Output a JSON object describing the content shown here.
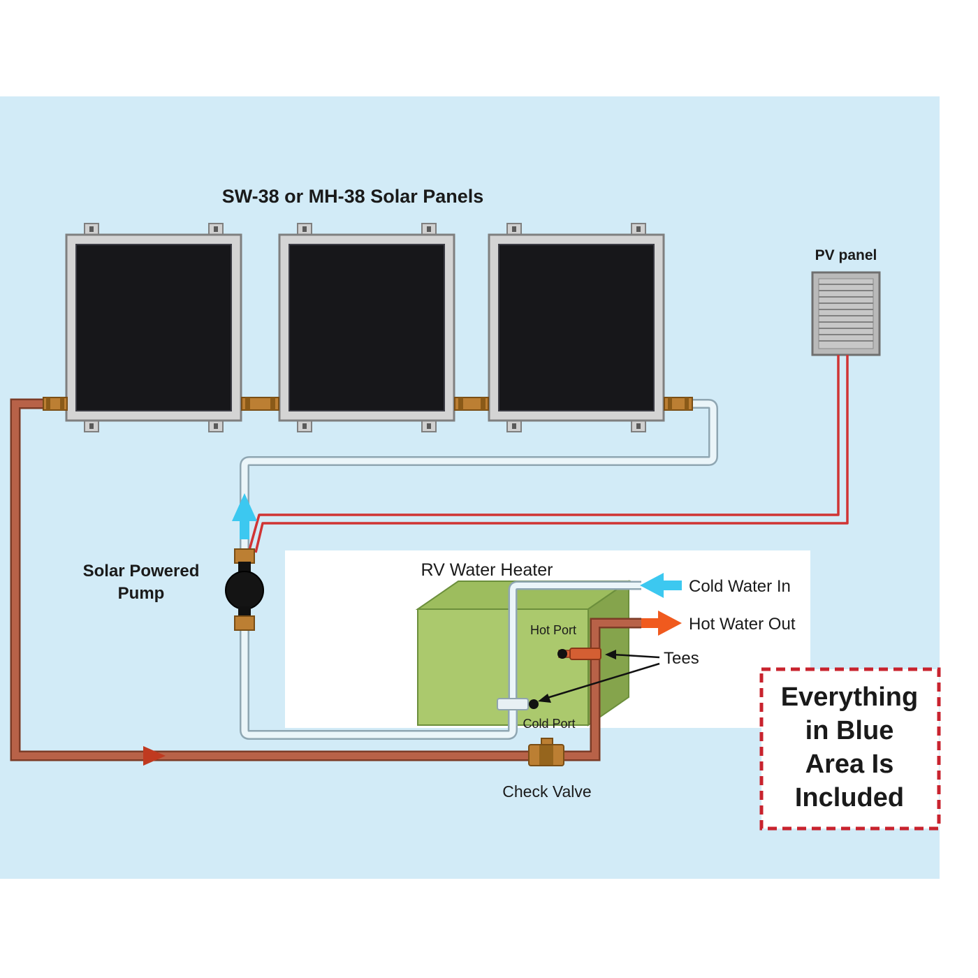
{
  "labels": {
    "title": "SW-38 or MH-38 Solar Panels",
    "pv_panel": "PV panel",
    "pump_line1": "Solar Powered",
    "pump_line2": "Pump",
    "water_heater": "RV Water Heater",
    "cold_water_in": "Cold Water In",
    "hot_water_out": "Hot Water Out",
    "tees": "Tees",
    "hot_port": "Hot Port",
    "cold_port": "Cold Port",
    "check_valve": "Check Valve"
  },
  "promo": {
    "lines": [
      "Everything",
      "in Blue",
      "Area Is",
      "Included"
    ],
    "border_color": "#c8232e",
    "text_color": "#c8232e"
  },
  "colors": {
    "blue_area": "#d2ebf7",
    "not_included_white": "#ffffff",
    "panel_frame": "#d4d4d4",
    "panel_glass": "#17171a",
    "brass": "#bc7f33",
    "pipe_hot": "#b86248",
    "pipe_hot_edge": "#7c3b26",
    "pipe_cold": "#ebf5f9",
    "pipe_cold_edge": "#8fa6b2",
    "wire_red": "#d03434",
    "arrow_cyan": "#3cc8f0",
    "arrow_orange": "#f05a1e",
    "flow_arrow_red": "#c03a20",
    "heater_front": "#abc96d",
    "heater_top": "#9dbd5e",
    "heater_side": "#85a44c",
    "pv_gray": "#b9b9b9"
  }
}
